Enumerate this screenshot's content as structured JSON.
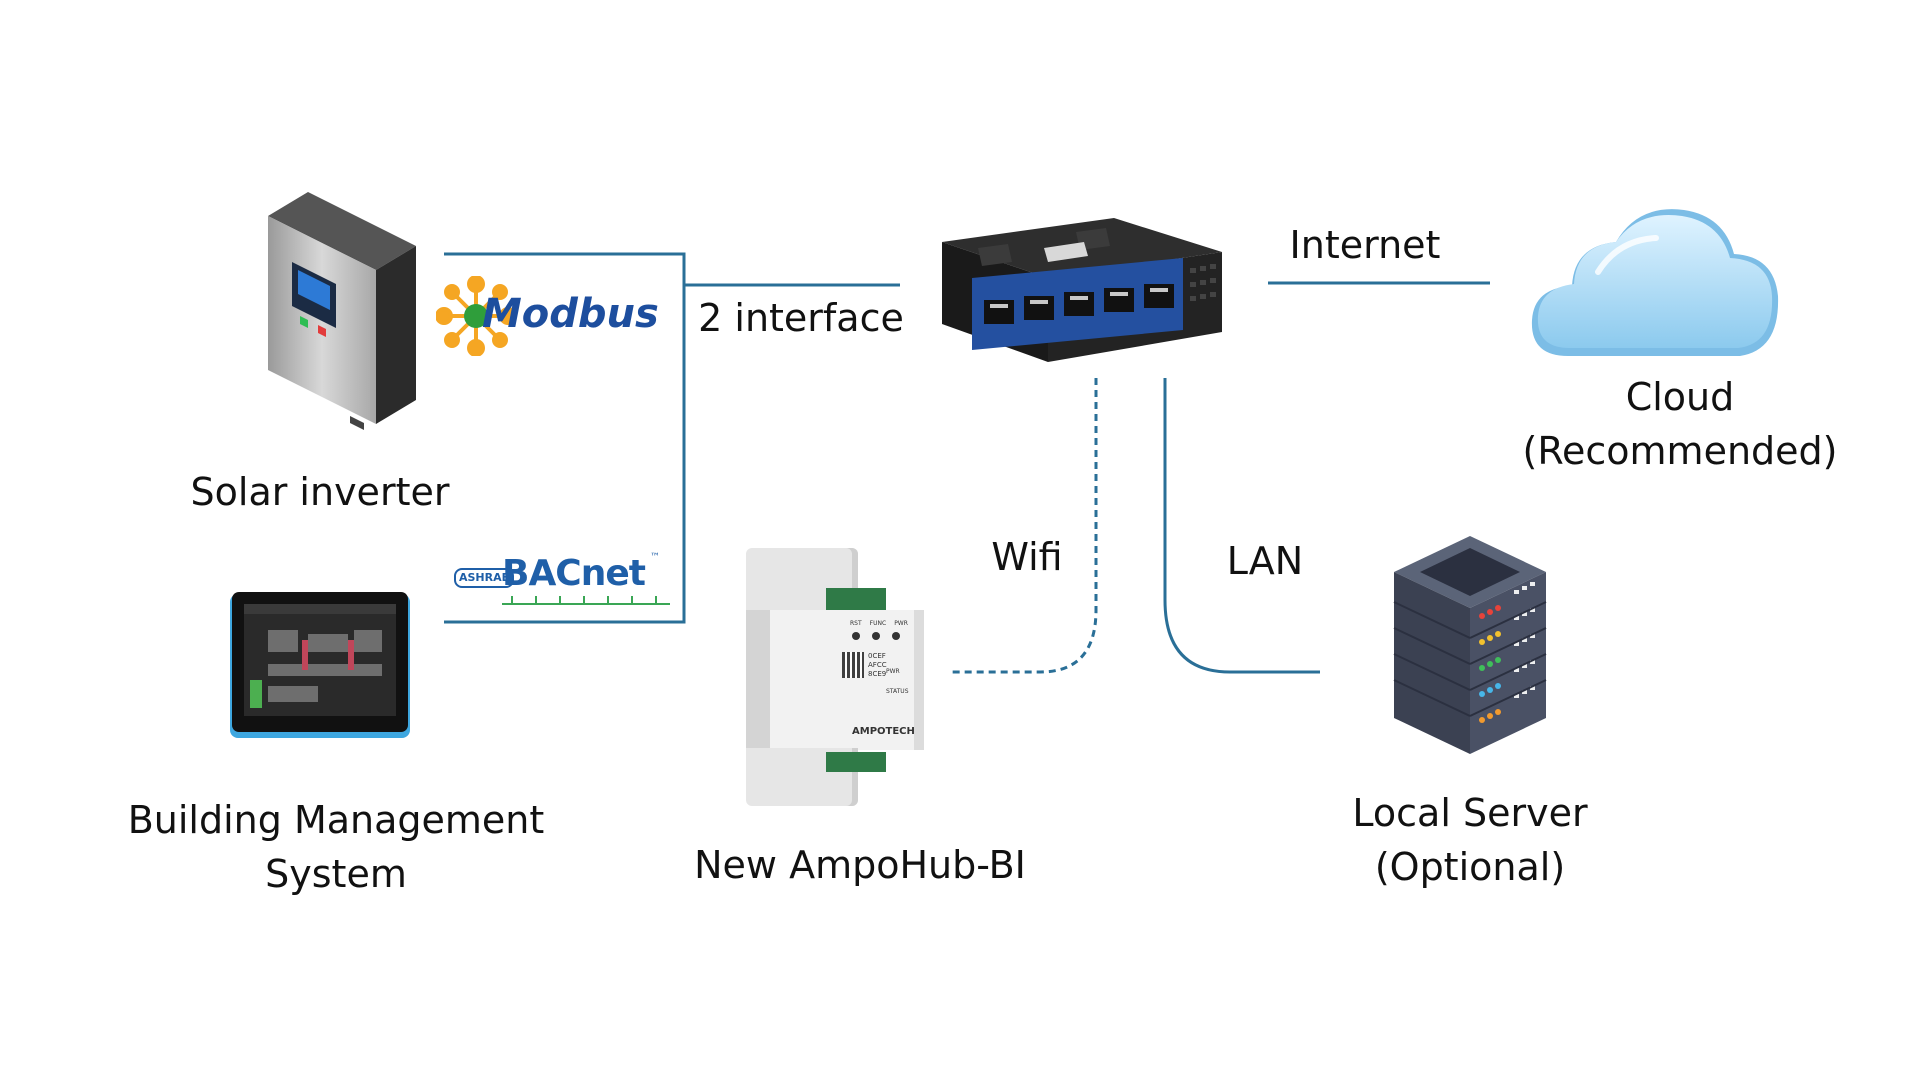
{
  "devices": {
    "solar_inverter": {
      "label": "Solar inverter",
      "icon": "solar-inverter-icon"
    },
    "bms": {
      "label_line1": "Building Management",
      "label_line2": "System",
      "icon": "touch-panel-icon"
    },
    "gateway": {
      "icon": "ethernet-switch-icon"
    },
    "ampohub": {
      "label": "New AmpoHub-BI",
      "brand": "AMPOTECH",
      "icon": "din-rail-module-icon",
      "leds": [
        "RST",
        "FUNC",
        "PWR"
      ],
      "mac": [
        "0CEF",
        "AFCC",
        "8CE9"
      ],
      "side": [
        "PWR",
        "STATUS"
      ]
    },
    "cloud": {
      "label_line1": "Cloud",
      "label_line2": "(Recommended)",
      "icon": "cloud-icon"
    },
    "local_server": {
      "label_line1": "Local Server",
      "label_line2": "(Optional)",
      "icon": "server-rack-icon"
    }
  },
  "protocols": {
    "modbus": {
      "text": "Modbus",
      "icon": "modbus-logo"
    },
    "bacnet": {
      "text": "BACnet",
      "prefix": "ASHRAE",
      "mark": "™",
      "icon": "bacnet-logo"
    }
  },
  "links": {
    "two_interface": "2 interface",
    "internet": "Internet",
    "wifi": "Wifi",
    "lan": "LAN"
  },
  "colors": {
    "line": "#2a6f97",
    "bacnet_blue": "#1f5fa8",
    "bacnet_green": "#3aa655",
    "modbus_blue": "#1d4e9e",
    "modbus_orange": "#f5a623"
  }
}
